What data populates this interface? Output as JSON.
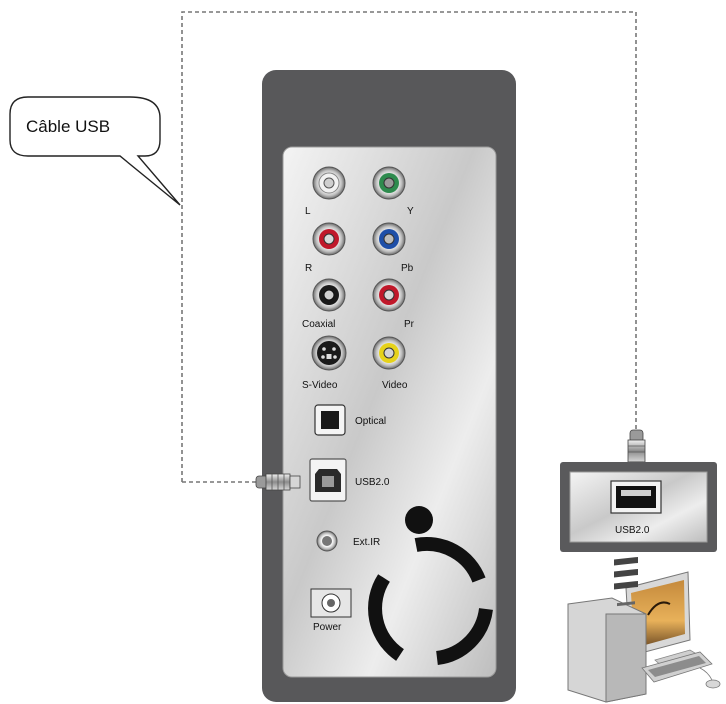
{
  "callout": {
    "text": "Câble USB"
  },
  "device_panel": {
    "labels": {
      "l": "L",
      "y": "Y",
      "r": "R",
      "pb": "Pb",
      "coaxial": "Coaxial",
      "pr": "Pr",
      "svideo": "S-Video",
      "video": "Video",
      "optical": "Optical",
      "usb": "USB2.0",
      "ext_ir": "Ext.IR",
      "power": "Power"
    }
  },
  "computer_port": {
    "label": "USB2.0"
  },
  "colors": {
    "panel_dark": "#58585a",
    "panel_silver": "#dcdcdc",
    "rca_white": "#f2f2f2",
    "rca_green": "#2e8b4e",
    "rca_red": "#c0182a",
    "rca_blue": "#1e4fa8",
    "rca_black": "#1a1a1a",
    "rca_yellow": "#e6d21a",
    "cable_dash": "#777777"
  }
}
